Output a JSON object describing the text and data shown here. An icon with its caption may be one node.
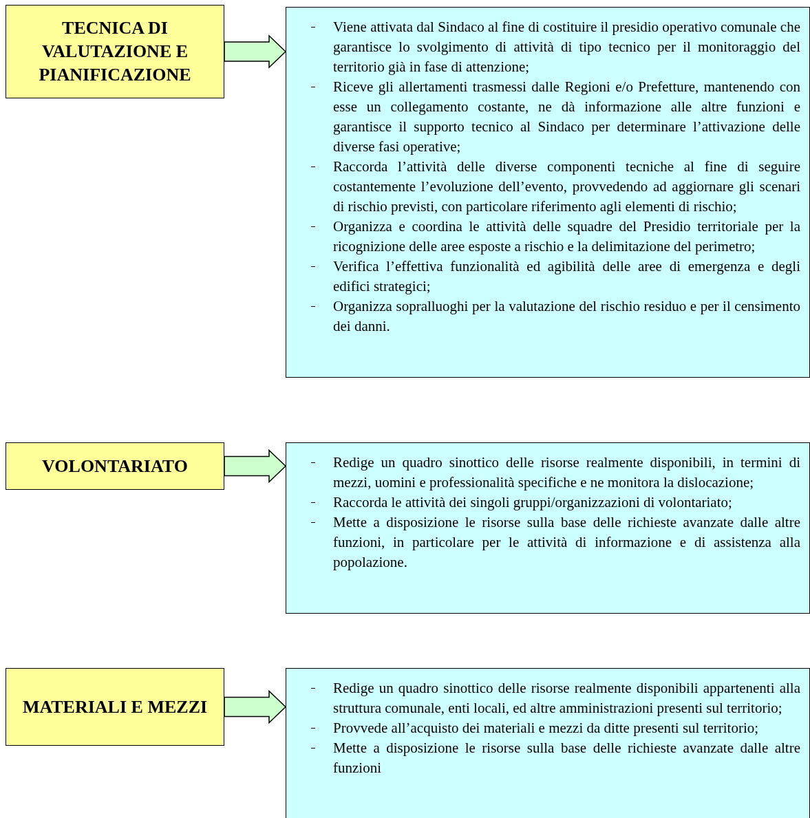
{
  "diagram": {
    "nodes": [
      {
        "text": [
          "TECNICA DI VALUTAZIONE E PIANIFICAZIONE"
        ]
      },
      {
        "text": [
          "Viene attivata dal Sindaco al fine di costituire il presidio operativo comunale che garantisce lo svolgimento di attività di tipo tecnico per il monitoraggio del territorio già in fase di attenzione;",
          "Riceve gli allertamenti trasmessi dalle Regioni e/o Prefetture, mantenendo con esse un collegamento costante, ne dà informazione alle altre funzioni e garantisce il supporto tecnico al Sindaco per determinare l’attivazione delle diverse fasi operative;",
          "Raccorda l’attività delle diverse componenti tecniche al fine di seguire costantemente l’evoluzione dell’evento, provvedendo ad aggiornare gli scenari di rischio previsti, con particolare riferimento agli elementi di rischio;",
          "Organizza e coordina le attività delle squadre del Presidio territoriale per la ricognizione delle aree esposte a rischio e la delimitazione del perimetro;",
          "Verifica l’effettiva funzionalità ed agibilità delle aree di emergenza e degli edifici strategici;",
          "Organizza sopralluoghi per la valutazione del rischio residuo e per il censimento dei danni."
        ]
      },
      {
        "text": [
          "VOLONTARIATO"
        ]
      },
      {
        "text": [
          "Redige un quadro sinottico delle risorse realmente disponibili, in termini di mezzi, uomini e professionalità specifiche e ne monitora la dislocazione;",
          "Raccorda le attività dei singoli gruppi/organizzazioni di volontariato;",
          "Mette a disposizione le risorse sulla base delle richieste avanzate dalle altre funzioni, in particolare per le attività di informazione e di assistenza alla popolazione."
        ]
      },
      {
        "text": [
          "MATERIALI E MEZZI"
        ]
      },
      {
        "text": [
          "Redige un quadro sinottico delle risorse realmente disponibili appartenenti alla struttura comunale, enti locali, ed altre amministrazioni presenti sul territorio;",
          "Provvede all’acquisto dei materiali e mezzi da ditte presenti sul territorio;",
          "Mette a disposizione le risorse sulla base delle richieste avanzate dalle altre funzioni"
        ]
      }
    ],
    "edges": [
      {
        "from": 0,
        "to": 1,
        "arrow": "to"
      },
      {
        "from": 2,
        "to": 3,
        "arrow": "to"
      },
      {
        "from": 4,
        "to": 5,
        "arrow": "to"
      }
    ]
  }
}
